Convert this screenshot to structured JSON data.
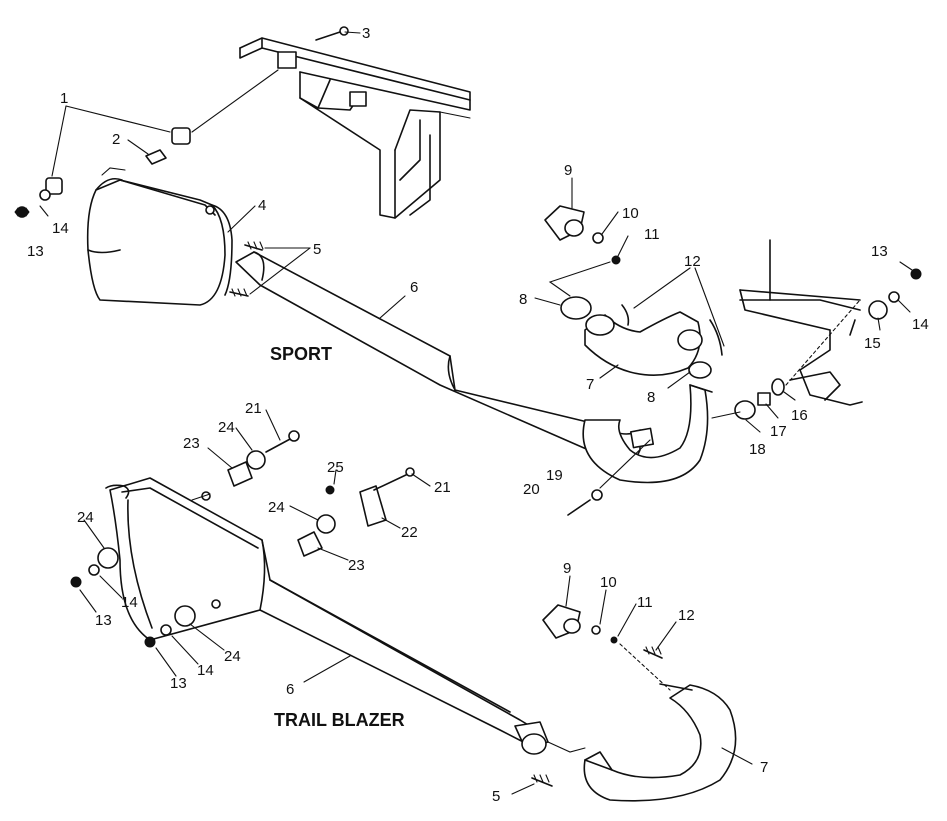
{
  "labels": {
    "sport": "SPORT",
    "trail_blazer": "TRAIL BLAZER"
  },
  "callouts": {
    "c1": "1",
    "c2": "2",
    "c3": "3",
    "c4": "4",
    "c5a": "5",
    "c6a": "6",
    "c7a": "7",
    "c8a": "8",
    "c8b": "8",
    "c9a": "9",
    "c10a": "10",
    "c11a": "11",
    "c12a": "12",
    "c13a": "13",
    "c14a": "14",
    "c13b": "13",
    "c14b": "14",
    "c15": "15",
    "c16": "16",
    "c17": "17",
    "c18": "18",
    "c19": "19",
    "c20": "20",
    "c21a": "21",
    "c24a": "24",
    "c23a": "23",
    "c25": "25",
    "c21b": "21",
    "c22": "22",
    "c24b": "24",
    "c23b": "23",
    "c24c": "24",
    "c14c": "14",
    "c13c": "13",
    "c24d": "24",
    "c14d": "14",
    "c13d": "13",
    "c6b": "6",
    "c9b": "9",
    "c10b": "10",
    "c11b": "11",
    "c12b": "12",
    "c7b": "7",
    "c5b": "5"
  }
}
